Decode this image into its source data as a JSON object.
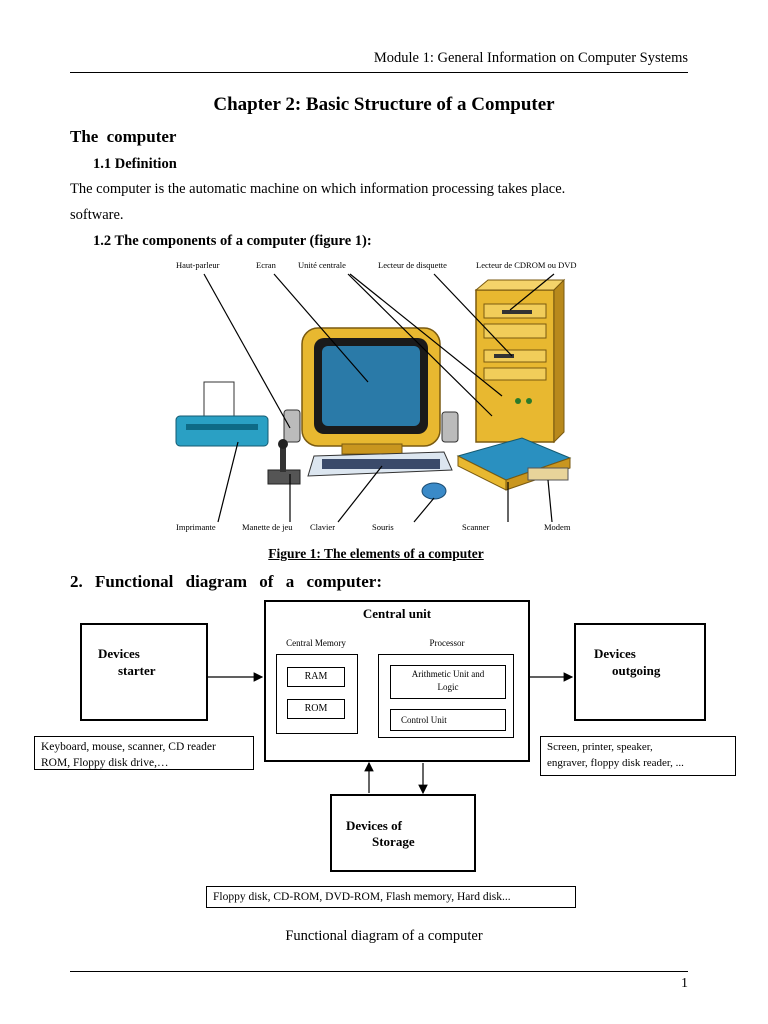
{
  "header": {
    "running_title": "Module 1: General Information on Computer Systems"
  },
  "chapter_title": "Chapter 2: Basic Structure of a Computer",
  "section": {
    "title": "The  computer",
    "definition": {
      "heading": "1.1 Definition",
      "line1": "The computer is the automatic machine on which information processing takes place.",
      "line2": "software."
    },
    "components_heading": "1.2 The components of a computer (figure 1):"
  },
  "figure1": {
    "labels": {
      "haut_parleur": "Haut-parleur",
      "ecran": "Ecran",
      "unite_centrale": "Unité centrale",
      "lecteur_disquette": "Lecteur de disquette",
      "lecteur_cdrom": "Lecteur de CDROM ou DVD",
      "imprimante": "Imprimante",
      "manette": "Manette de jeu",
      "clavier": "Clavier",
      "souris": "Souris",
      "scanner": "Scanner",
      "modem": "Modem"
    },
    "caption": "Figure 1: The elements of a computer"
  },
  "functional": {
    "heading": "2.  Functional  diagram  of  a  computer:",
    "central_unit": "Central unit",
    "central_memory": "Central Memory",
    "processor": "Processor",
    "ram": "RAM",
    "rom": "ROM",
    "alu_line1": "Arithmetic Unit and",
    "alu_line2": "Logic",
    "control_unit": "Control Unit",
    "input_line1": "Devices",
    "input_line2": "starter",
    "output_line1": "Devices",
    "output_line2": "outgoing",
    "storage_line1": "Devices of",
    "storage_line2": "Storage",
    "input_examples_line1": "Keyboard, mouse, scanner, CD reader",
    "input_examples_line2": "ROM, Floppy disk drive,…",
    "output_examples_line1": "Screen, printer, speaker,",
    "output_examples_line2": "engraver, floppy disk reader, ...",
    "storage_examples": "Floppy disk, CD-ROM, DVD-ROM, Flash memory, Hard disk...",
    "caption": "Functional diagram of a computer"
  },
  "footer": {
    "page_number": "1"
  }
}
